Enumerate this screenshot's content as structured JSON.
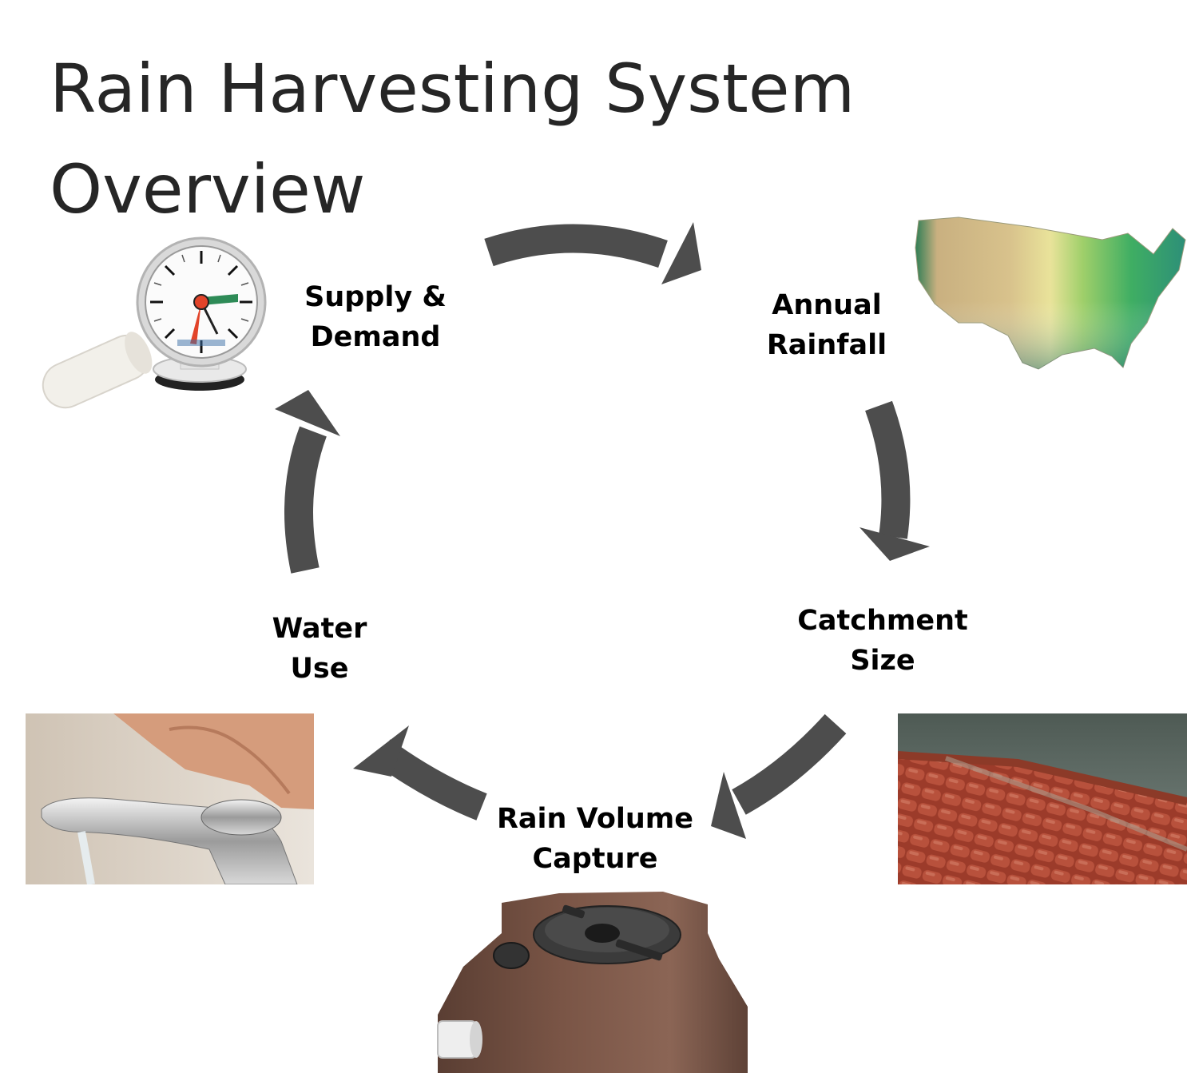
{
  "title": {
    "line1": "Rain Harvesting System",
    "line2": "Overview"
  },
  "stages": {
    "supply": {
      "line1": "Supply &",
      "line2": "Demand",
      "icon": "water-level-gauge"
    },
    "annual": {
      "line1": "Annual",
      "line2": "Rainfall",
      "icon": "us-rainfall-map"
    },
    "catchment": {
      "line1": "Catchment",
      "line2": "Size",
      "icon": "tiled-roof-in-rain"
    },
    "volume": {
      "line1": "Rain Volume",
      "line2": "Capture",
      "icon": "rain-water-tank"
    },
    "water_use": {
      "line1": "Water",
      "line2": "Use",
      "icon": "running-faucet"
    }
  },
  "colors": {
    "arrow": "#4d4d4d",
    "title": "#262626",
    "label": "#000000"
  }
}
